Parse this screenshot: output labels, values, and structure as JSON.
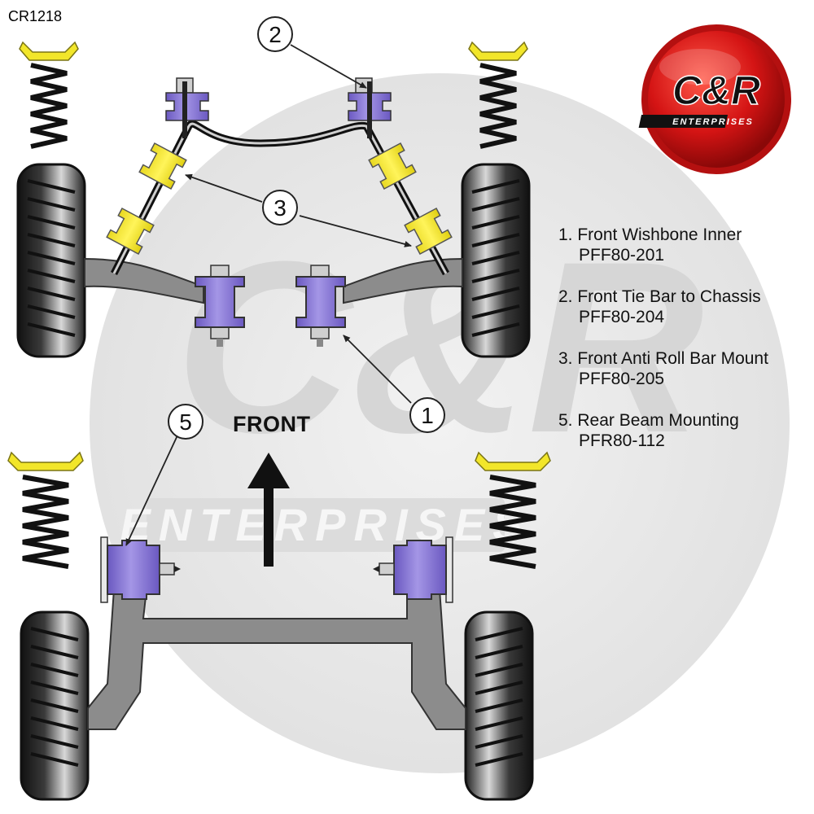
{
  "code": "CR1218",
  "front_label": "FRONT",
  "logo": {
    "mark": "C&R",
    "sub": "ENTERPRISES"
  },
  "watermark": {
    "mark": "C&R",
    "text": "ENTERPRISES"
  },
  "callouts": [
    {
      "id": "callout-1",
      "text": "1"
    },
    {
      "id": "callout-2",
      "text": "2"
    },
    {
      "id": "callout-3",
      "text": "3"
    },
    {
      "id": "callout-5",
      "text": "5"
    }
  ],
  "legend": [
    {
      "label": "1. Front Wishbone Inner",
      "part": "PFF80-201"
    },
    {
      "label": "2. Front Tie Bar to Chassis",
      "part": "PFF80-204"
    },
    {
      "label": "3. Front Anti Roll Bar Mount",
      "part": "PFF80-205"
    },
    {
      "label": "5. Rear Beam Mounting",
      "part": "PFR80-112"
    }
  ],
  "colors": {
    "bush": "#9080d8",
    "bush_dark": "#5a48b0",
    "arb_bush": "#f5ea2a",
    "spring_cap": "#f2e62a",
    "tyre": "#222222",
    "arm": "#8c8c8c",
    "logo_red": "#d01818"
  }
}
